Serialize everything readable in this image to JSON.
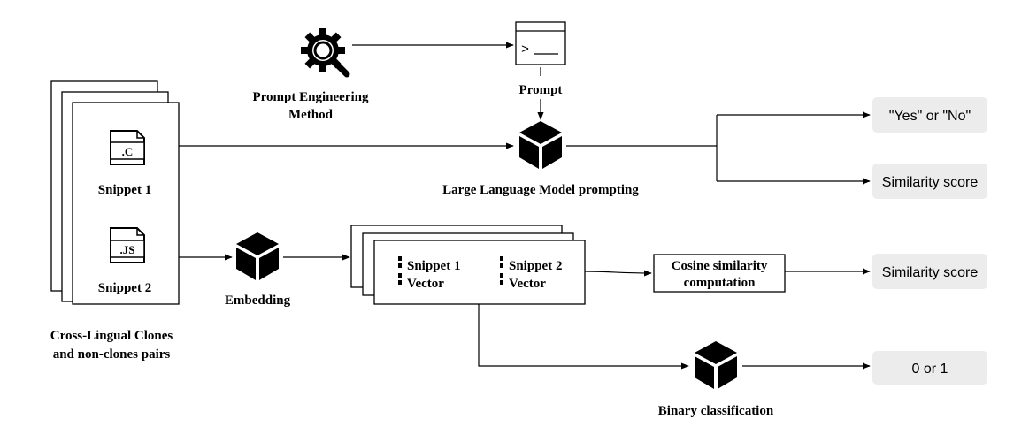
{
  "input": {
    "snippet1_ext": ".C",
    "snippet1_label": "Snippet 1",
    "snippet2_ext": ".JS",
    "snippet2_label": "Snippet 2",
    "caption_line1": "Cross-Lingual Clones",
    "caption_line2": "and non-clones pairs"
  },
  "prompt_engineering": {
    "label_line1": "Prompt Engineering",
    "label_line2": "Method",
    "icon": "gear-magnifier-icon"
  },
  "prompt": {
    "label": "Prompt",
    "icon": "terminal-window-icon",
    "glyph": ">"
  },
  "llm": {
    "label": "Large Language Model prompting",
    "icon": "cube-model-icon"
  },
  "embedding": {
    "label": "Embedding",
    "icon": "cube-model-icon"
  },
  "vectors": {
    "snippet1_line1": "Snippet 1",
    "snippet1_line2": "Vector",
    "snippet2_line1": "Snippet 2",
    "snippet2_line2": "Vector"
  },
  "cosine": {
    "line1": "Cosine similarity",
    "line2": "computation"
  },
  "binary": {
    "label": "Binary classification",
    "icon": "cube-model-icon"
  },
  "outputs": {
    "yes_no": "\"Yes\" or \"No\"",
    "llm_similarity": "Similarity score",
    "cosine_similarity": "Similarity score",
    "binary": "0 or 1"
  },
  "colors": {
    "output_box": "#ececec",
    "ink": "#000000"
  }
}
